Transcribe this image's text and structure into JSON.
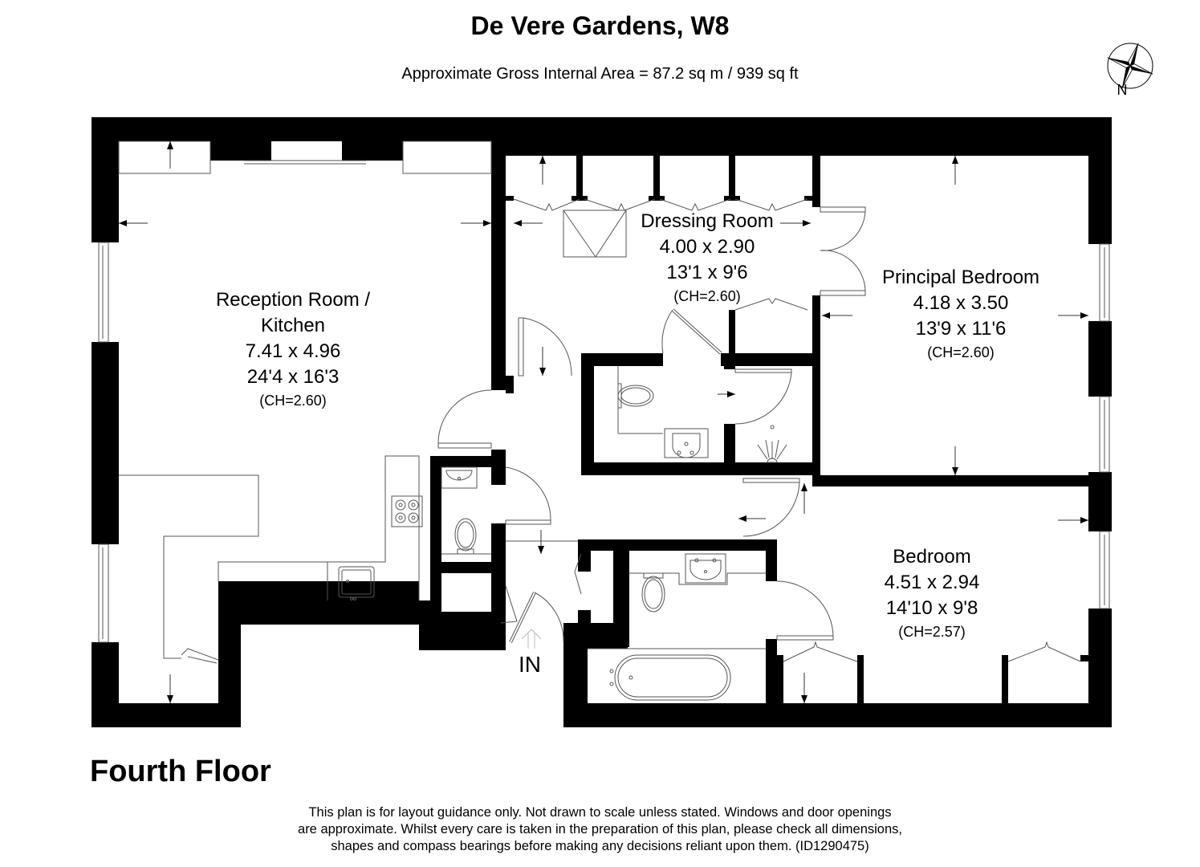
{
  "header": {
    "title": "De Vere Gardens, W8",
    "subtitle": "Approximate Gross Internal Area = 87.2 sq m / 939 sq ft"
  },
  "compass": {
    "icon": "compass-rose-icon",
    "label": "N"
  },
  "rooms": [
    {
      "name": "Reception Room /",
      "name2": "Kitchen",
      "metric": "7.41 x 4.96",
      "imperial": "24'4 x 16'3",
      "ceiling": "(CH=2.60)"
    },
    {
      "name": "Dressing Room",
      "metric": "4.00 x 2.90",
      "imperial": "13'1 x 9'6",
      "ceiling": "(CH=2.60)"
    },
    {
      "name": "Principal Bedroom",
      "metric": "4.18 x 3.50",
      "imperial": "13'9 x 11'6",
      "ceiling": "(CH=2.60)"
    },
    {
      "name": "Bedroom",
      "metric": "4.51 x 2.94",
      "imperial": "14'10 x 9'8",
      "ceiling": "(CH=2.57)"
    }
  ],
  "entrance": {
    "label": "IN",
    "icon": "entrance-arrow-icon"
  },
  "fixtures": {
    "icons": [
      "toilet-icon",
      "washbasin-icon",
      "hob-icon",
      "kitchen-sink-icon",
      "bathtub-icon",
      "shower-icon",
      "skylight-icon"
    ]
  },
  "colors": {
    "wall": "#000000",
    "line": "#555555",
    "background": "#ffffff"
  },
  "footer": {
    "floor_name": "Fourth Floor",
    "disclaimer_line1": "This plan is for layout guidance only. Not drawn to scale unless stated. Windows and door openings",
    "disclaimer_line2": "are approximate. Whilst every care is taken in the preparation of this plan, please check all dimensions,",
    "disclaimer_line3": "shapes and compass bearings before making any decisions reliant upon them. (ID1290475)"
  }
}
